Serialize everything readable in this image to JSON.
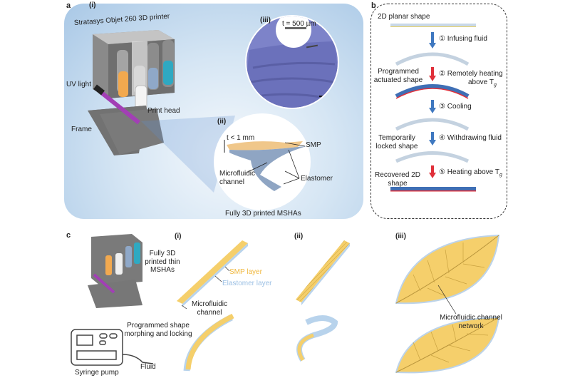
{
  "panel_a": {
    "label": "a",
    "sub_i": "(i)",
    "printer_title": "Stratasys Objet 260 3D printer",
    "uv_light": "UV light",
    "print_head": "Print head",
    "frame": "Frame",
    "sub_iii": "(iii)",
    "thickness_iii": "t = 500 µm",
    "sub_ii": "(ii)",
    "thickness_ii": "t < 1 mm",
    "smp": "SMP",
    "microfluidic_channel": "Microfluidic channel",
    "elastomer": "Elastomer",
    "caption": "Fully 3D printed MSHAs"
  },
  "panel_b": {
    "label": "b",
    "start": "2D planar shape",
    "steps": [
      {
        "num": "①",
        "text": "Infusing fluid"
      },
      {
        "num": "②",
        "text": "Remotely heating",
        "text2": "above T",
        "sub": "g"
      },
      {
        "num": "③",
        "text": "Cooling"
      },
      {
        "num": "④",
        "text": "Withdrawing fluid"
      },
      {
        "num": "⑤",
        "text": "Heating above T",
        "sub": "g"
      }
    ],
    "state_programmed": "Programmed actuated shape",
    "state_locked": "Temporarily locked shape",
    "state_recovered": "Recovered 2D shape",
    "colors": {
      "cool": "#3f78c0",
      "hot": "#e0303a",
      "strip": "#c7d6e6"
    }
  },
  "panel_c": {
    "label": "c",
    "printed": "Fully 3D printed thin MSHAs",
    "sub_i": "(i)",
    "sub_ii": "(ii)",
    "sub_iii": "(iii)",
    "smp_layer": "SMP layer",
    "elastomer_layer": "Elastomer layer",
    "microfluidic_channel": "Microfluidic channel",
    "programmed": "Programmed shape morphing and locking",
    "syringe_pump": "Syringe pump",
    "fluid": "Fluid",
    "network": "Microfluidic channel network",
    "colors": {
      "smp": "#f2c760",
      "elastomer": "#b8d3ec"
    }
  }
}
